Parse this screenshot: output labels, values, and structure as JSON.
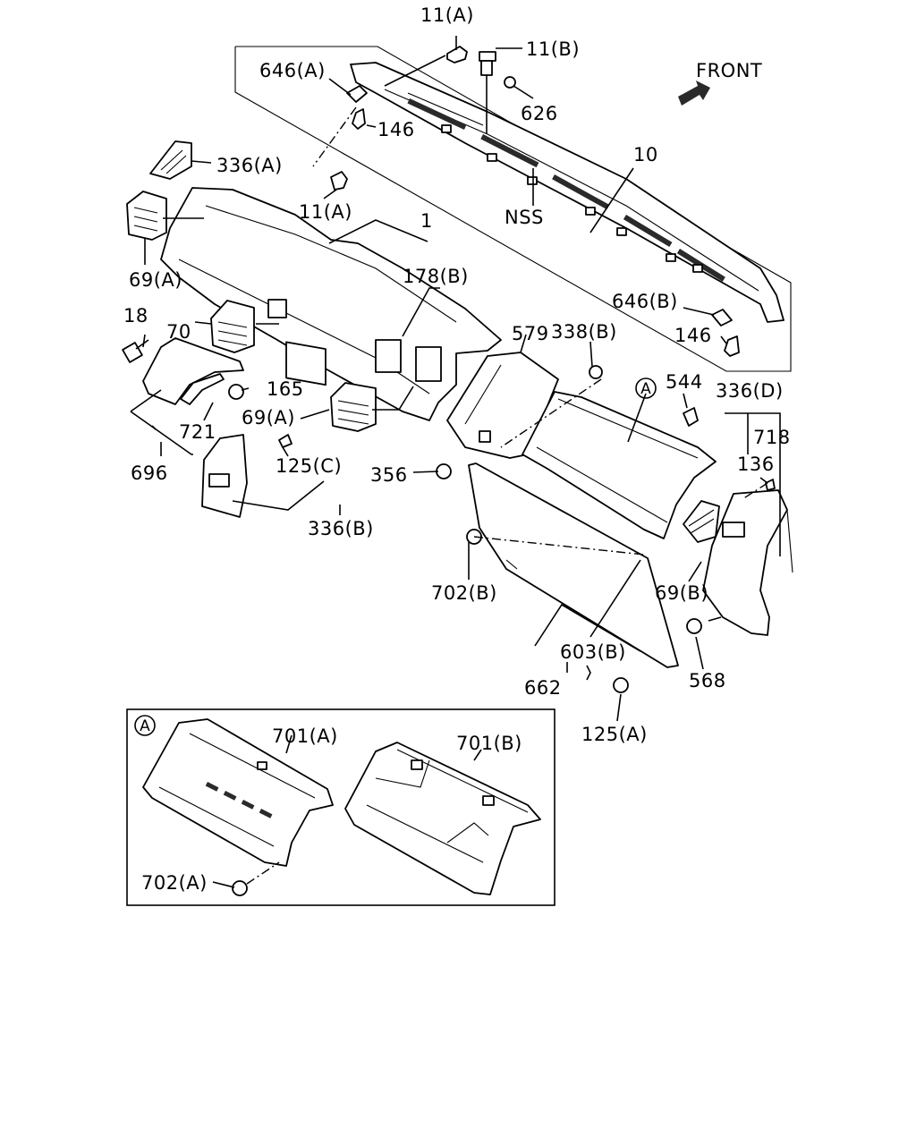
{
  "labels": {
    "p11a_top": "11(A)",
    "p11b": "11(B)",
    "p646a": "646(A)",
    "p626": "626",
    "p146_top": "146",
    "front": "FRONT",
    "p336a": "336(A)",
    "p10": "10",
    "p11a_mid": "11(A)",
    "nss": "NSS",
    "p1": "1",
    "p69a_left": "69(A)",
    "p178b": "178(B)",
    "p646b": "646(B)",
    "p18": "18",
    "p70": "70",
    "p579": "579",
    "p338b": "338(B)",
    "p146_right": "146",
    "p165": "165",
    "p69a_mid": "69(A)",
    "circle_a": "A",
    "p544": "544",
    "p336d": "336(D)",
    "p721": "721",
    "p718": "718",
    "p125c": "125(C)",
    "p356": "356",
    "p136": "136",
    "p696": "696",
    "p336b": "336(B)",
    "p702b": "702(B)",
    "p69b": "69(B)",
    "p603b": "603(B)",
    "p568": "568",
    "p662": "662",
    "p125a": "125(A)",
    "inset_a": "A",
    "p701a": "701(A)",
    "p701b": "701(B)",
    "p702a": "702(A)"
  }
}
